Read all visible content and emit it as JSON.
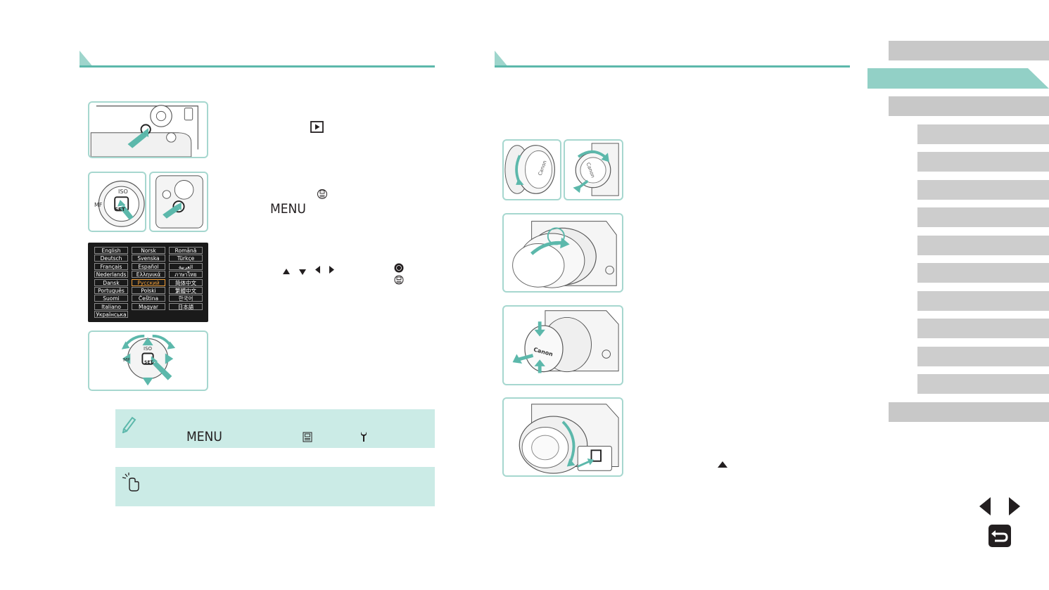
{
  "page": {
    "left_icons": {
      "playback": "playback-icon",
      "func_set": "func-set-icon",
      "menu_label": "MENU"
    },
    "language_screen": {
      "columns": [
        [
          "English",
          "Deutsch",
          "Français",
          "Nederlands",
          "Dansk",
          "Português",
          "Suomi",
          "Italiano",
          "Українська"
        ],
        [
          "Norsk",
          "Svenska",
          "Español",
          "Ελληνικά",
          "Русский",
          "Polski",
          "Čeština",
          "Magyar"
        ],
        [
          "Română",
          "Türkçe",
          "العربية",
          "ภาษาไทย",
          "简体中文",
          "繁體中文",
          "한국어",
          "日本語"
        ]
      ],
      "selected": "Русский",
      "selection_color": "#f2a03a"
    },
    "note1": {
      "menu_label": "MENU",
      "icons": [
        "pencil-icon",
        "menu-tab-icon",
        "wrench-icon"
      ]
    },
    "note2": {
      "icons": [
        "touch-icon"
      ]
    },
    "dial_labels": {
      "iso": "ISO",
      "mf": "MF",
      "set": "SET"
    },
    "brand_text": "Canon",
    "colors": {
      "accent": "#5cb8ab",
      "accent_light": "#9ed5cc",
      "note_bg": "#cbebe6",
      "nav_gray": "#c8c8c8",
      "nav_active": "#92d0c6"
    }
  },
  "navigation": {
    "main_items": [
      "",
      "",
      ""
    ],
    "sub_items": [
      "",
      "",
      "",
      "",
      "",
      "",
      "",
      "",
      "",
      ""
    ],
    "buttons": [
      "prev-page-icon",
      "next-page-icon",
      "back-icon"
    ]
  }
}
